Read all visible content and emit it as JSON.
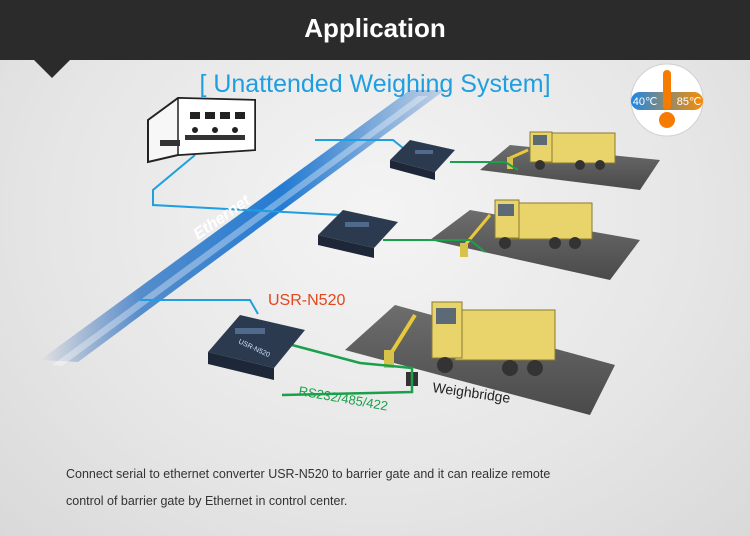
{
  "header": {
    "title": "Application"
  },
  "subtitle": "[ Unattended Weighing System]",
  "temperature_badge": {
    "low": "40℃",
    "high": "85℃"
  },
  "network": {
    "label": "Ethernet"
  },
  "device": {
    "model_label": "USR-N520",
    "unit_label": "USR-N520"
  },
  "interface_label": "RS232/485/422",
  "weighbridge_label": "Weighbridge",
  "caption": {
    "line1": "Connect serial to ethernet converter USR-N520 to barrier gate and it can realize remote",
    "line2": "control of barrier gate by Ethernet in control center."
  },
  "colors": {
    "header_bg": "#2b2b2b",
    "accent_blue": "#1f9ee0",
    "ethernet_band": "#1565c0",
    "serial_green": "#1aa04a",
    "model_red": "#e2461e",
    "truck_yellow": "#e8d46a"
  }
}
